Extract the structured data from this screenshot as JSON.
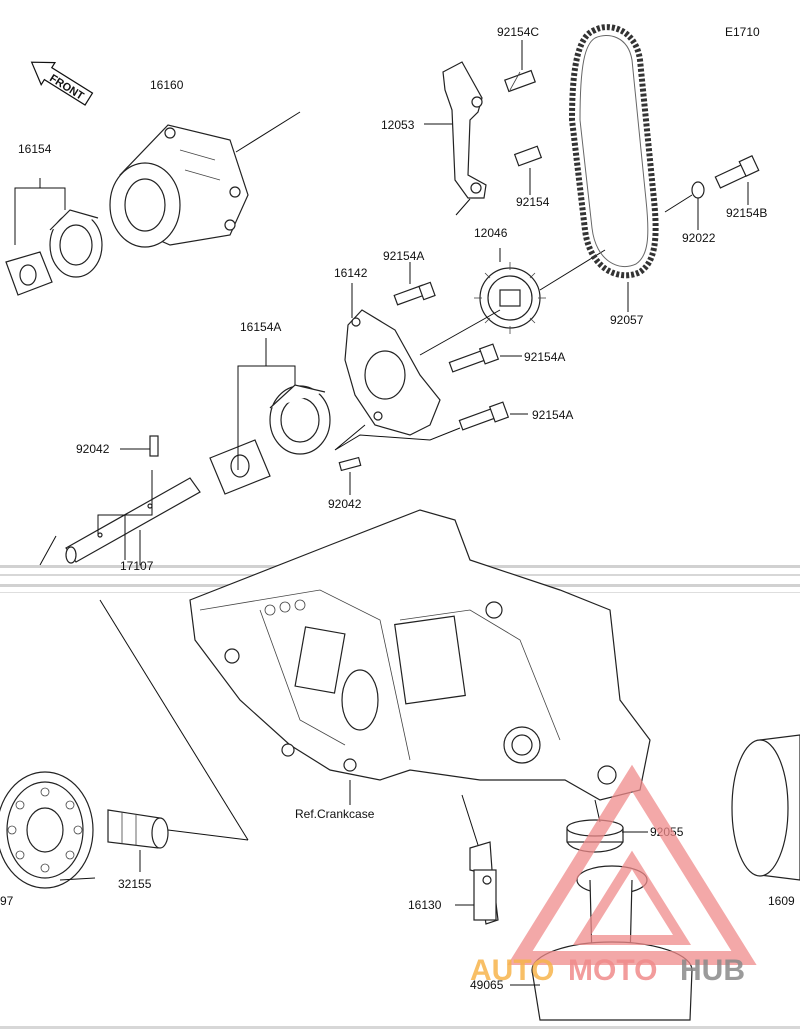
{
  "diagram_code": "E1710",
  "front_label": "FRONT",
  "callouts": [
    {
      "id": "c-92154c",
      "text": "92154C"
    },
    {
      "id": "c-12053",
      "text": "12053"
    },
    {
      "id": "c-16160",
      "text": "16160"
    },
    {
      "id": "c-16154",
      "text": "16154"
    },
    {
      "id": "c-92154",
      "text": "92154"
    },
    {
      "id": "c-12046",
      "text": "12046"
    },
    {
      "id": "c-92154b",
      "text": "92154B"
    },
    {
      "id": "c-92022",
      "text": "92022"
    },
    {
      "id": "c-92154a-1",
      "text": "92154A"
    },
    {
      "id": "c-16142",
      "text": "16142"
    },
    {
      "id": "c-92057",
      "text": "92057"
    },
    {
      "id": "c-16154a",
      "text": "16154A"
    },
    {
      "id": "c-92154a-2",
      "text": "92154A"
    },
    {
      "id": "c-92154a-3",
      "text": "92154A"
    },
    {
      "id": "c-92042-1",
      "text": "92042"
    },
    {
      "id": "c-92042-2",
      "text": "92042"
    },
    {
      "id": "c-17107",
      "text": "17107"
    },
    {
      "id": "c-ref-crankcase",
      "text": "Ref.Crankcase"
    },
    {
      "id": "c-92055",
      "text": "92055"
    },
    {
      "id": "c-32155",
      "text": "32155"
    },
    {
      "id": "c-16130",
      "text": "16130"
    },
    {
      "id": "c-49065",
      "text": "49065"
    },
    {
      "id": "c-97",
      "text": "97"
    },
    {
      "id": "c-1609",
      "text": "1609"
    }
  ],
  "watermark": {
    "auto": "AUTO",
    "moto": "MOTO",
    "hub": "HUB",
    "color_main": "#f08b8b",
    "color_orange": "#f7b44c"
  }
}
